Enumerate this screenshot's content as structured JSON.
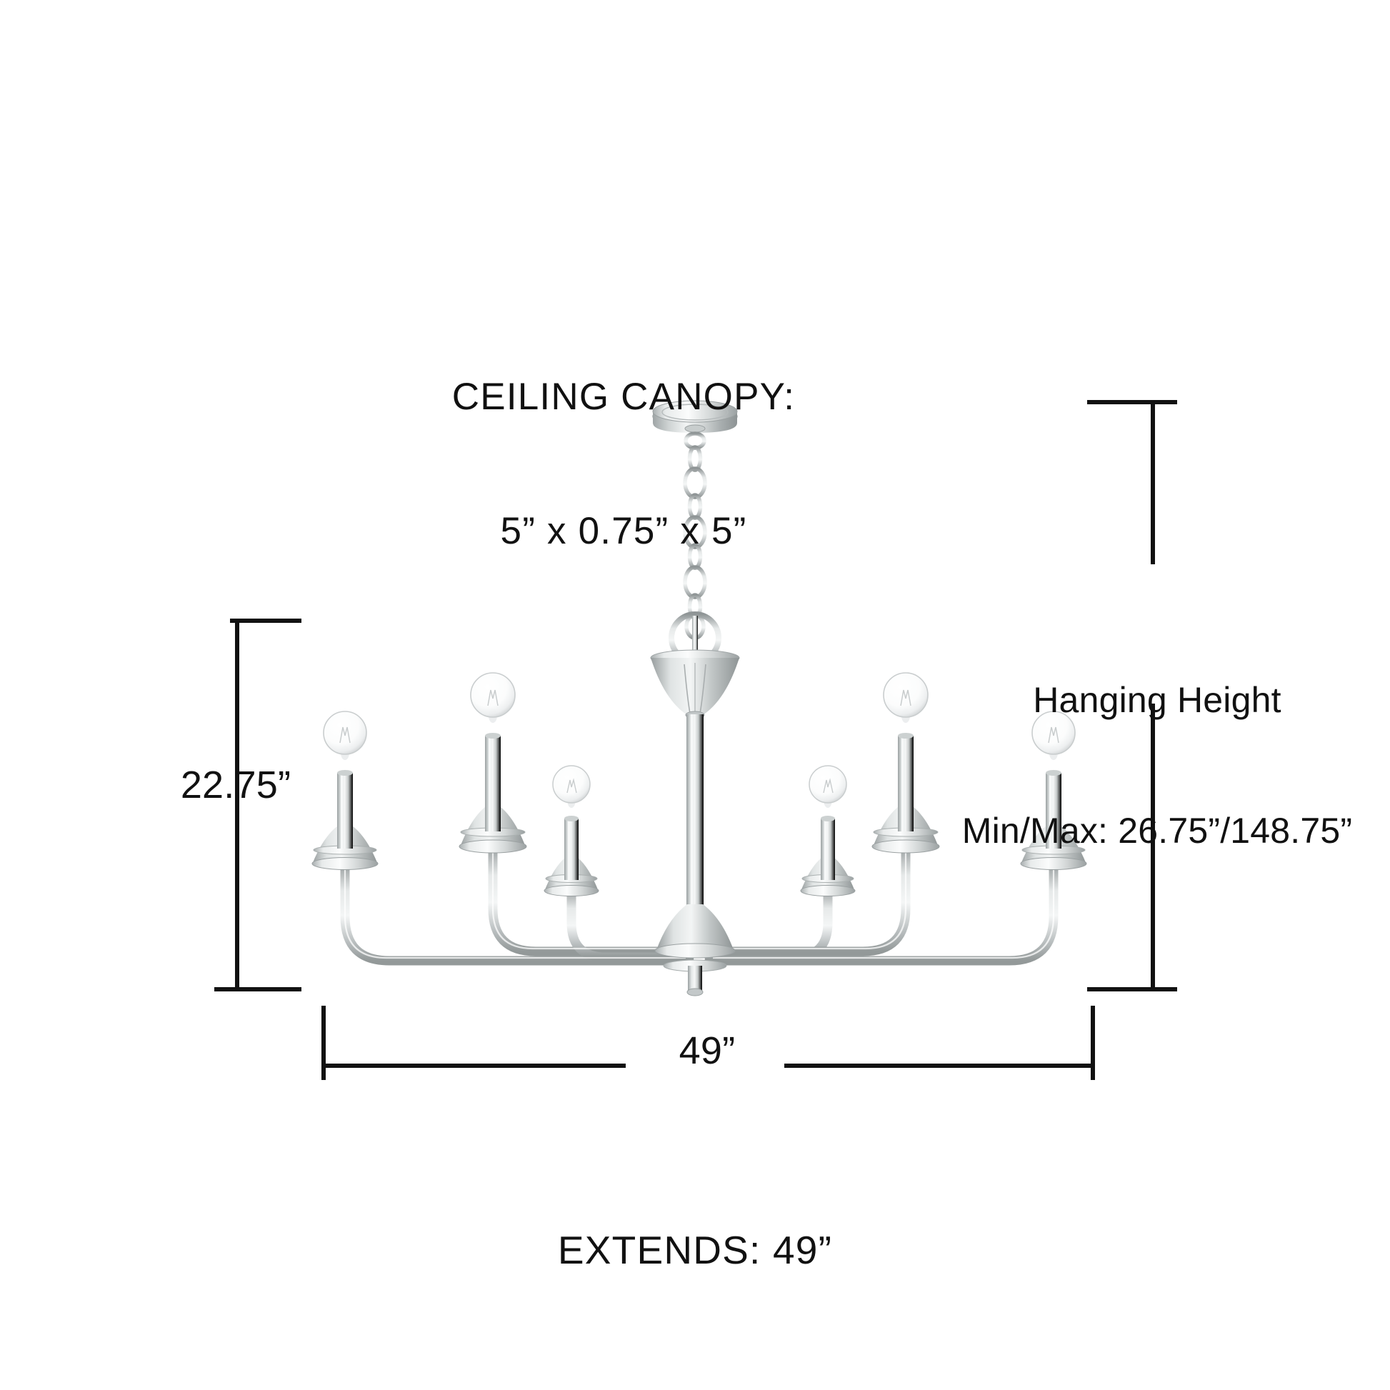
{
  "diagram": {
    "product": "6-light linear candle chandelier",
    "finish_color": "#b9bdbd",
    "line_color": "#111111",
    "background": "#ffffff",
    "canopy_label": "CEILING CANOPY:\n5” x 0.75” x 5”",
    "canopy_label_line1": "CEILING CANOPY:",
    "canopy_label_line2": "5” x 0.75” x 5”",
    "hanging_label_line1": "Hanging Height",
    "hanging_label_line2": "Min/Max: 26.75”/148.75”",
    "height_label": "22.75”",
    "width_label": "49”",
    "extends_label": "EXTENDS: 49”"
  },
  "measurements": {
    "canopy_diameter": "5”",
    "canopy_depth": "0.75”",
    "canopy_width": "5”",
    "fixture_height": "22.75”",
    "fixture_width": "49”",
    "extends": "49”",
    "hanging_height_min": "26.75”",
    "hanging_height_max": "148.75”"
  },
  "lights": {
    "count": 6,
    "bulb_type": "globe"
  }
}
